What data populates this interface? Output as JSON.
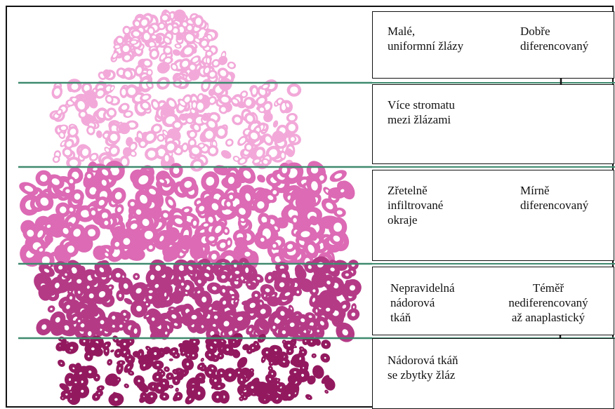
{
  "colors": {
    "divider": "#3f8a6f",
    "border": "#111111",
    "tissue_light": "#f2a9d9",
    "tissue_mid": "#dc6ab4",
    "tissue_dark": "#b43a86",
    "tissue_darkest": "#93195f"
  },
  "diagram": {
    "stages": [
      {
        "description": "Malé,\nuniformní žlázy",
        "grade": "Dobře\ndiferencovaný"
      },
      {
        "description": "Více stromatu\nmezi žlázami",
        "grade": ""
      },
      {
        "description": "Zřetelně\ninfiltrované\nokraje",
        "grade": "Mírně\ndiferencovaný"
      },
      {
        "description": "Nepravidelná\nnádorová\ntkáň",
        "grade": "Téměř\nnediferencovaný\naž anaplastický"
      },
      {
        "description": "Nádorová tkáň\nse zbytky žláz",
        "grade": ""
      }
    ],
    "arrows": [
      "down-arrow-icon",
      "down-arrow-icon",
      "down-arrow-icon"
    ]
  }
}
